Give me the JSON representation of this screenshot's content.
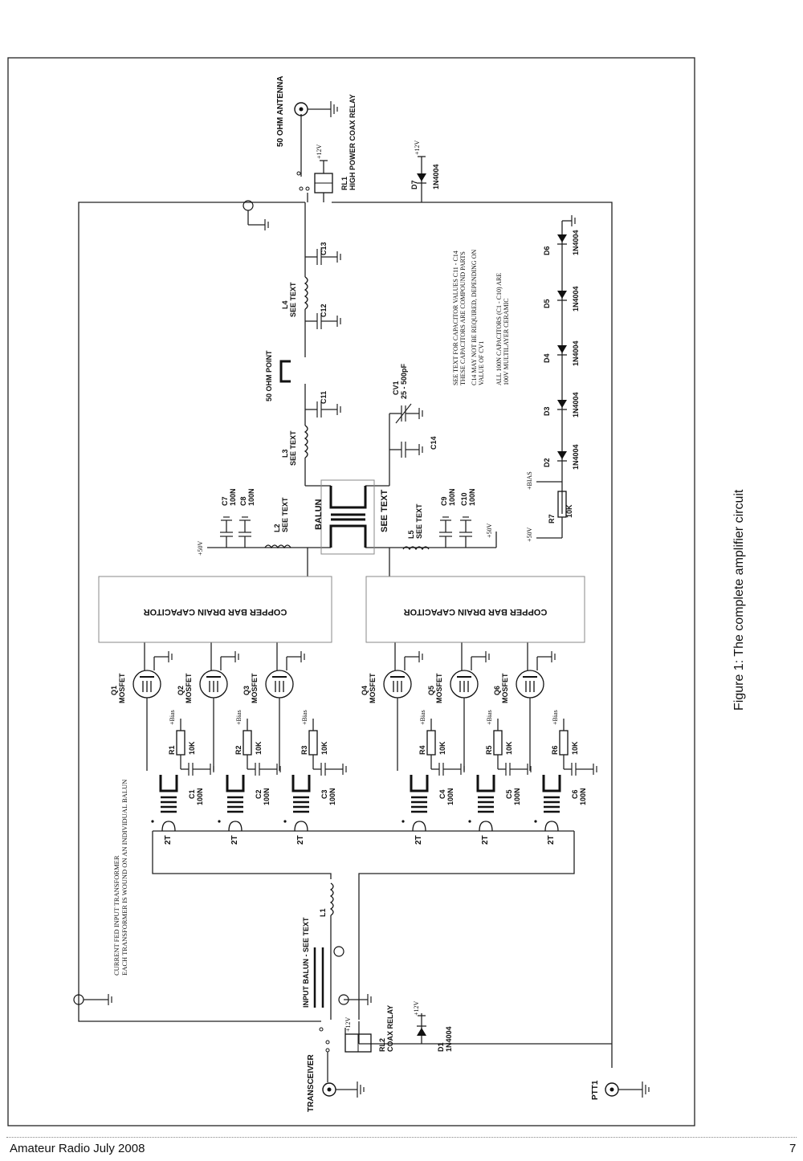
{
  "figure": {
    "caption": "Figure 1: The complete amplifier circuit"
  },
  "labels": {
    "antenna": "50 OHM ANTENNA",
    "rl1_ref": "RL1",
    "rl1_desc": "HIGH POWER COAX RELAY",
    "plus12v": "+12V",
    "plus50v": "+50V",
    "bias": "+BIAS",
    "bias_lc": "+Bias",
    "d7": "D7",
    "diode_type": "1N4004",
    "d1": "D1",
    "d2": "D2",
    "d3": "D3",
    "d4": "D4",
    "d5": "D5",
    "d6": "D6",
    "c13": "C13",
    "c12": "C12",
    "c11": "C11",
    "c14": "C14",
    "l4": "L4",
    "l3": "L3",
    "l2": "L2",
    "l5": "L5",
    "l1": "L1",
    "see_text": "SEE TEXT",
    "fifty_ohm_point": "50 OHM POINT",
    "cv1": "CV1",
    "cv1_value": "25 - 500pF",
    "note1a": "SEE TEXT FOR CAPACITOR VALUES C11 - C14",
    "note1b": "THESE CAPACITORS ARE COMPOUND PARTS",
    "note2a": "C14 MAY NOT BE REQUIRED, DEPENDING ON",
    "note2b": "VALUE OF CV1",
    "note3a": "ALL 100N CAPACITORS (C1 - C10)  ARE",
    "note3b": "100V MULTILAYER CERAMIC",
    "c7": "C7",
    "c8": "C8",
    "c9": "C9",
    "c10": "C10",
    "cap_100n": "100N",
    "balun": "BALUN",
    "r7": "R7",
    "res_10k": "10K",
    "drain_cap": "COPPER BAR DRAIN CAPACITOR",
    "mosfet": "MOSFET",
    "q1": "Q1",
    "q2": "Q2",
    "q3": "Q3",
    "q4": "Q4",
    "q5": "Q5",
    "q6": "Q6",
    "r1": "R1",
    "r2": "R2",
    "r3": "R3",
    "r4": "R4",
    "r5": "R5",
    "r6": "R6",
    "c1": "C1",
    "c2": "C2",
    "c3": "C3",
    "c4": "C4",
    "c5": "C5",
    "c6": "C6",
    "turns_2t": "2T",
    "input_xfmr_a": "CURRENT FED INPUT TRANSFORMER",
    "input_xfmr_b": "EACH TRANSFORMER IS WOUND ON AN INDIVIDUAL BALUN",
    "input_balun": "INPUT BALUN - SEE TEXT",
    "rl2_ref": "RL2",
    "rl2_desc": "COAX RELAY",
    "transceiver": "TRANSCEIVER",
    "ptt": "PTT1"
  },
  "footer": {
    "left": "Amateur Radio July 2008",
    "page": "7"
  }
}
